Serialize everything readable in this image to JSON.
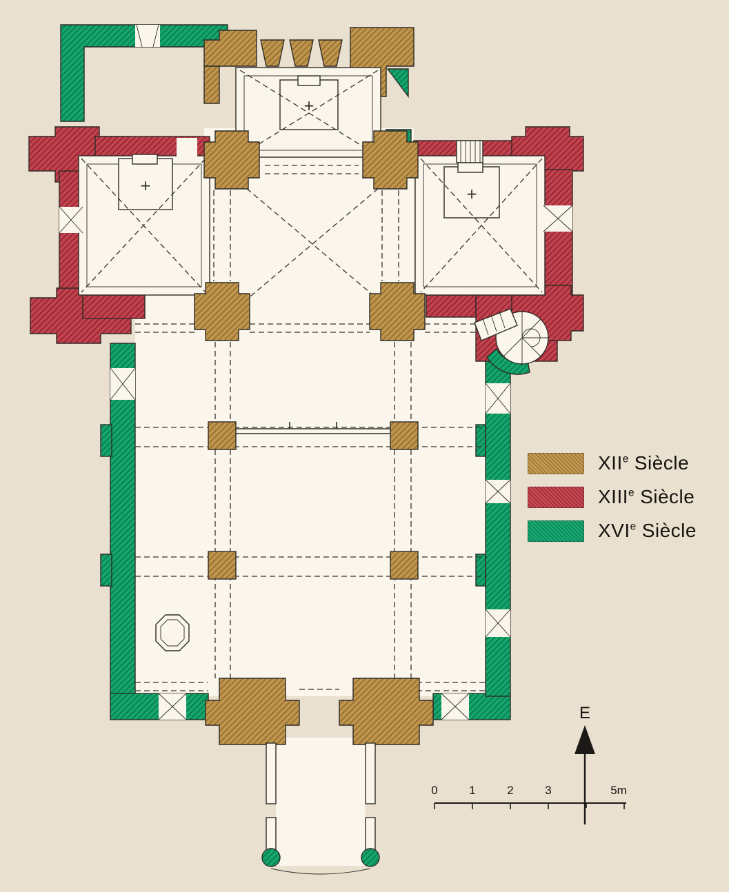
{
  "plan": {
    "altar_cross": "+"
  },
  "legend": {
    "items": [
      {
        "numeral": "XII",
        "sup": "e",
        "word": "Siècle",
        "color": "#ab8038"
      },
      {
        "numeral": "XIII",
        "sup": "e",
        "word": "Siècle",
        "color": "#b12736"
      },
      {
        "numeral": "XVI",
        "sup": "e",
        "word": "Siècle",
        "color": "#0d9663"
      }
    ]
  },
  "compass": {
    "label": "E"
  },
  "scale_bar": {
    "labels": [
      "0",
      "1",
      "2",
      "3",
      "5m"
    ]
  }
}
